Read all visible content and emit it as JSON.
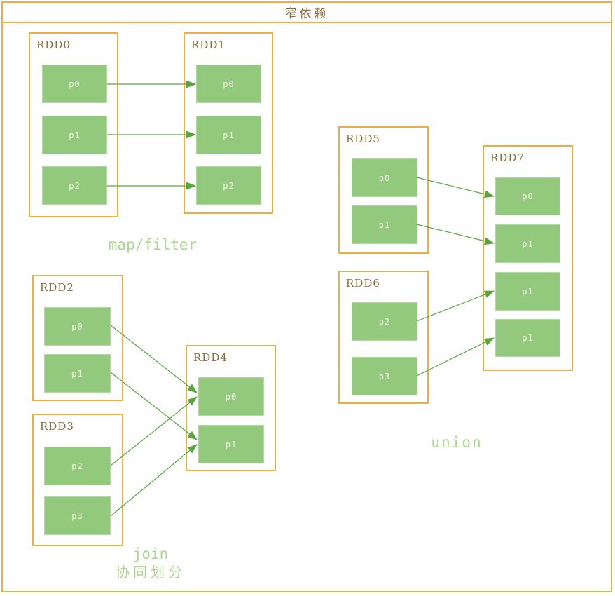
{
  "title": "窄依赖",
  "colors": {
    "frame_border": "#ecaf45",
    "frame_label": "#8a6d3b",
    "partition_fill": "#92c97d",
    "partition_border": "#b2d9a0",
    "partition_text": "#f8f6e8",
    "arrow": "#57a73e",
    "section_label": "#a9d78f"
  },
  "nodes": {
    "rdd0": {
      "label": "RDD0",
      "partitions": [
        "p0",
        "p1",
        "p2"
      ]
    },
    "rdd1": {
      "label": "RDD1",
      "partitions": [
        "p0",
        "p1",
        "p2"
      ]
    },
    "rdd2": {
      "label": "RDD2",
      "partitions": [
        "p0",
        "p1"
      ]
    },
    "rdd3": {
      "label": "RDD3",
      "partitions": [
        "p2",
        "p3"
      ]
    },
    "rdd4": {
      "label": "RDD4",
      "partitions": [
        "p0",
        "p1"
      ]
    },
    "rdd5": {
      "label": "RDD5",
      "partitions": [
        "p0",
        "p1"
      ]
    },
    "rdd6": {
      "label": "RDD6",
      "partitions": [
        "p2",
        "p3"
      ]
    },
    "rdd7": {
      "label": "RDD7",
      "partitions": [
        "p0",
        "p1",
        "p1",
        "p1"
      ]
    }
  },
  "section_labels": {
    "map_filter": "map/filter",
    "join": "join",
    "join_sub": "协同划分",
    "union": "union"
  },
  "edges": [
    {
      "from": "rdd0.partitions.0",
      "to": "rdd1.partitions.0",
      "operation": "map/filter"
    },
    {
      "from": "rdd0.partitions.1",
      "to": "rdd1.partitions.1",
      "operation": "map/filter"
    },
    {
      "from": "rdd0.partitions.2",
      "to": "rdd1.partitions.2",
      "operation": "map/filter"
    },
    {
      "from": "rdd2.partitions.0",
      "to": "rdd4.partitions.0",
      "operation": "join"
    },
    {
      "from": "rdd2.partitions.1",
      "to": "rdd4.partitions.1",
      "operation": "join"
    },
    {
      "from": "rdd3.partitions.0",
      "to": "rdd4.partitions.0",
      "operation": "join"
    },
    {
      "from": "rdd3.partitions.1",
      "to": "rdd4.partitions.1",
      "operation": "join"
    },
    {
      "from": "rdd5.partitions.0",
      "to": "rdd7.partitions.0",
      "operation": "union"
    },
    {
      "from": "rdd5.partitions.1",
      "to": "rdd7.partitions.1",
      "operation": "union"
    },
    {
      "from": "rdd6.partitions.0",
      "to": "rdd7.partitions.2",
      "operation": "union"
    },
    {
      "from": "rdd6.partitions.1",
      "to": "rdd7.partitions.3",
      "operation": "union"
    }
  ]
}
